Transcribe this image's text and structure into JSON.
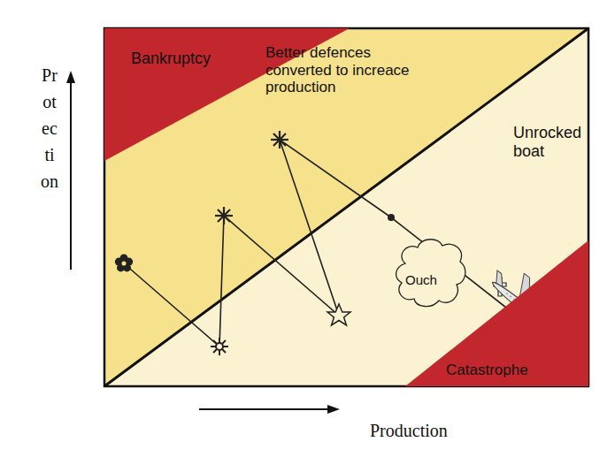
{
  "diagram": {
    "nodes": [
      {
        "text": [
          "Bankruptcy"
        ]
      },
      {
        "text": [
          "Better defences converted to increace production"
        ]
      },
      {
        "text": [
          "Unrocked boat"
        ]
      },
      {
        "text": [
          "Ouch"
        ]
      },
      {
        "text": [
          "Catastrophe"
        ]
      }
    ],
    "labels": [
      "Protection",
      "Production"
    ]
  }
}
